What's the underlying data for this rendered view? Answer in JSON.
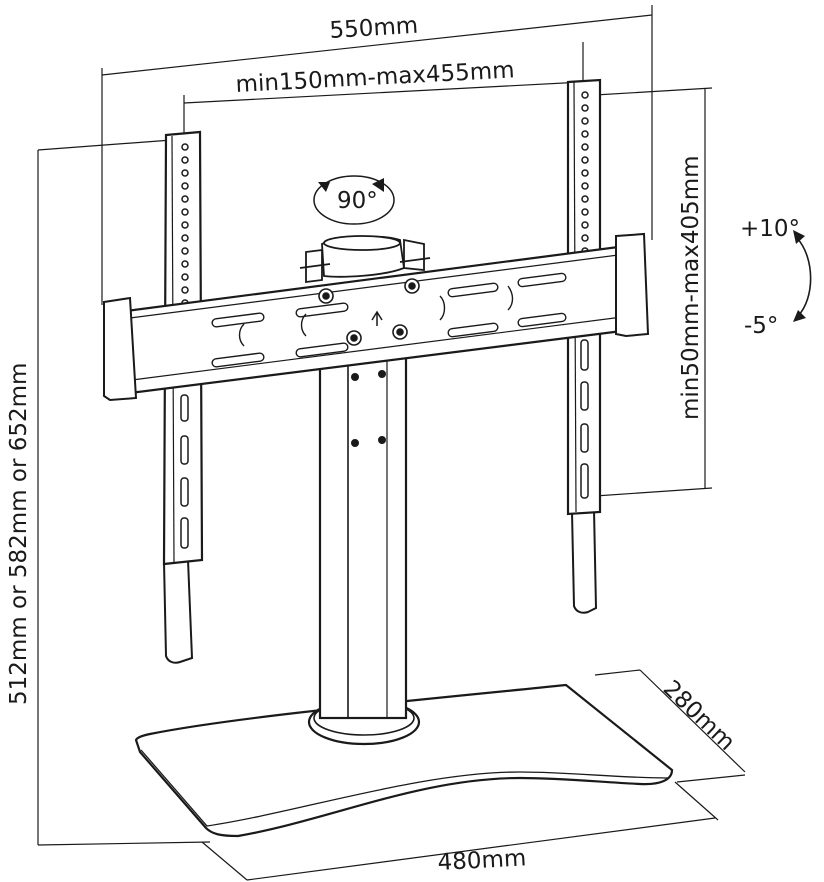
{
  "dimensions": {
    "overall_width": "550mm",
    "vesa_horizontal": "min150mm-max455mm",
    "vesa_vertical": "min50mm-max405mm",
    "height": "512mm or 582mm or 652mm",
    "base_depth": "280mm",
    "base_width": "480mm"
  },
  "rotation": {
    "swivel": "90°",
    "tilt_up": "+10°",
    "tilt_down": "-5°"
  },
  "colors": {
    "line": "#1a1a1a",
    "background": "#ffffff"
  }
}
